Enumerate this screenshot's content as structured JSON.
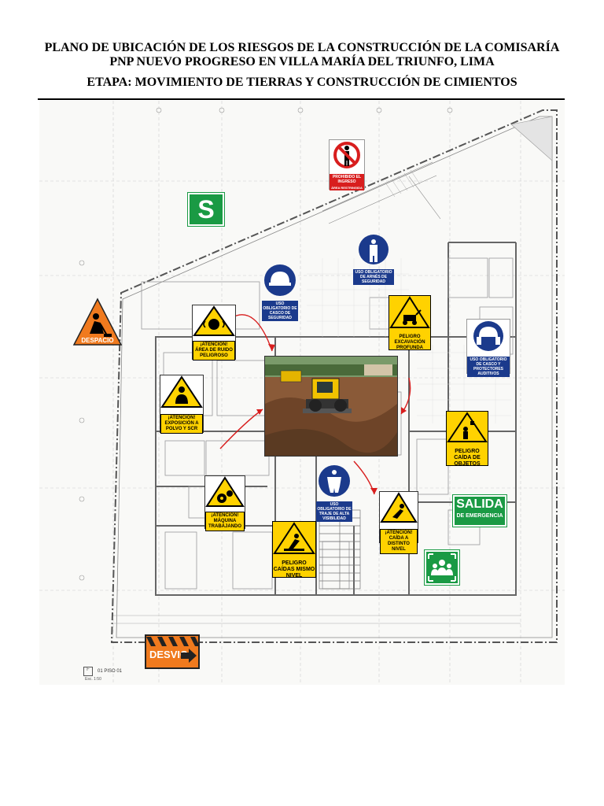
{
  "title": {
    "line1": "PLANO DE UBICACIÓN DE LOS RIESGOS DE LA CONSTRUCCIÓN DE LA COMISARÍA",
    "line2": "PNP NUEVO PROGRESO EN VILLA MARÍA DEL TRIUNFO, LIMA",
    "stage": "ETAPA: MOVIMIENTO DE TIERRAS Y CONSTRUCCIÓN DE CIMIENTOS"
  },
  "signs": {
    "prohibido": "PROHIBIDO EL INGRESO",
    "prohibido_sub": "ÁREA RESTRINGIDA",
    "s_mark": "S",
    "despacio": "DESPACIO",
    "ruido": "¡ATENCIÓN! ÁREA DE RUIDO PELIGROSO",
    "casco": "USO OBLIGATORIO DE CASCO DE SEGURIDAD",
    "arnes": "USO OBLIGATORIO DE ARNÉS DE SEGURIDAD",
    "excavacion": "PELIGRO EXCAVACIÓN PROFUNDA",
    "protectores": "USO OBLIGATORIO DE CASCO Y PROTECTORES AUDITIVOS",
    "polvo": "¡ATENCIÓN! EXPOSICIÓN A POLVO Y SCR",
    "caida_objetos": "PELIGRO CAÍDA DE OBJETOS",
    "maquina": "¡ATENCIÓN! MÁQUINA TRABAJANDO",
    "traje": "USO OBLIGATORIO DE TRAJE DE ALTA VISIBILIDAD",
    "distinto_nivel": "¡ATENCIÓN! CAÍDA A DISTINTO NIVEL",
    "salida_1": "SALIDA",
    "salida_2": "DE EMERGENCIA",
    "mismo_nivel": "PELIGRO CAÍDAS MISMO NIVEL",
    "desvio": "DESVIO"
  },
  "plan_labels": {
    "sheet": "F",
    "code": "01 PISO 01",
    "scale": "Esc. 1:50"
  },
  "colors": {
    "yellow": "#ffd200",
    "blue": "#1b3a8c",
    "green": "#1a9a44",
    "red": "#d81e1e",
    "orange": "#f07a1e"
  }
}
